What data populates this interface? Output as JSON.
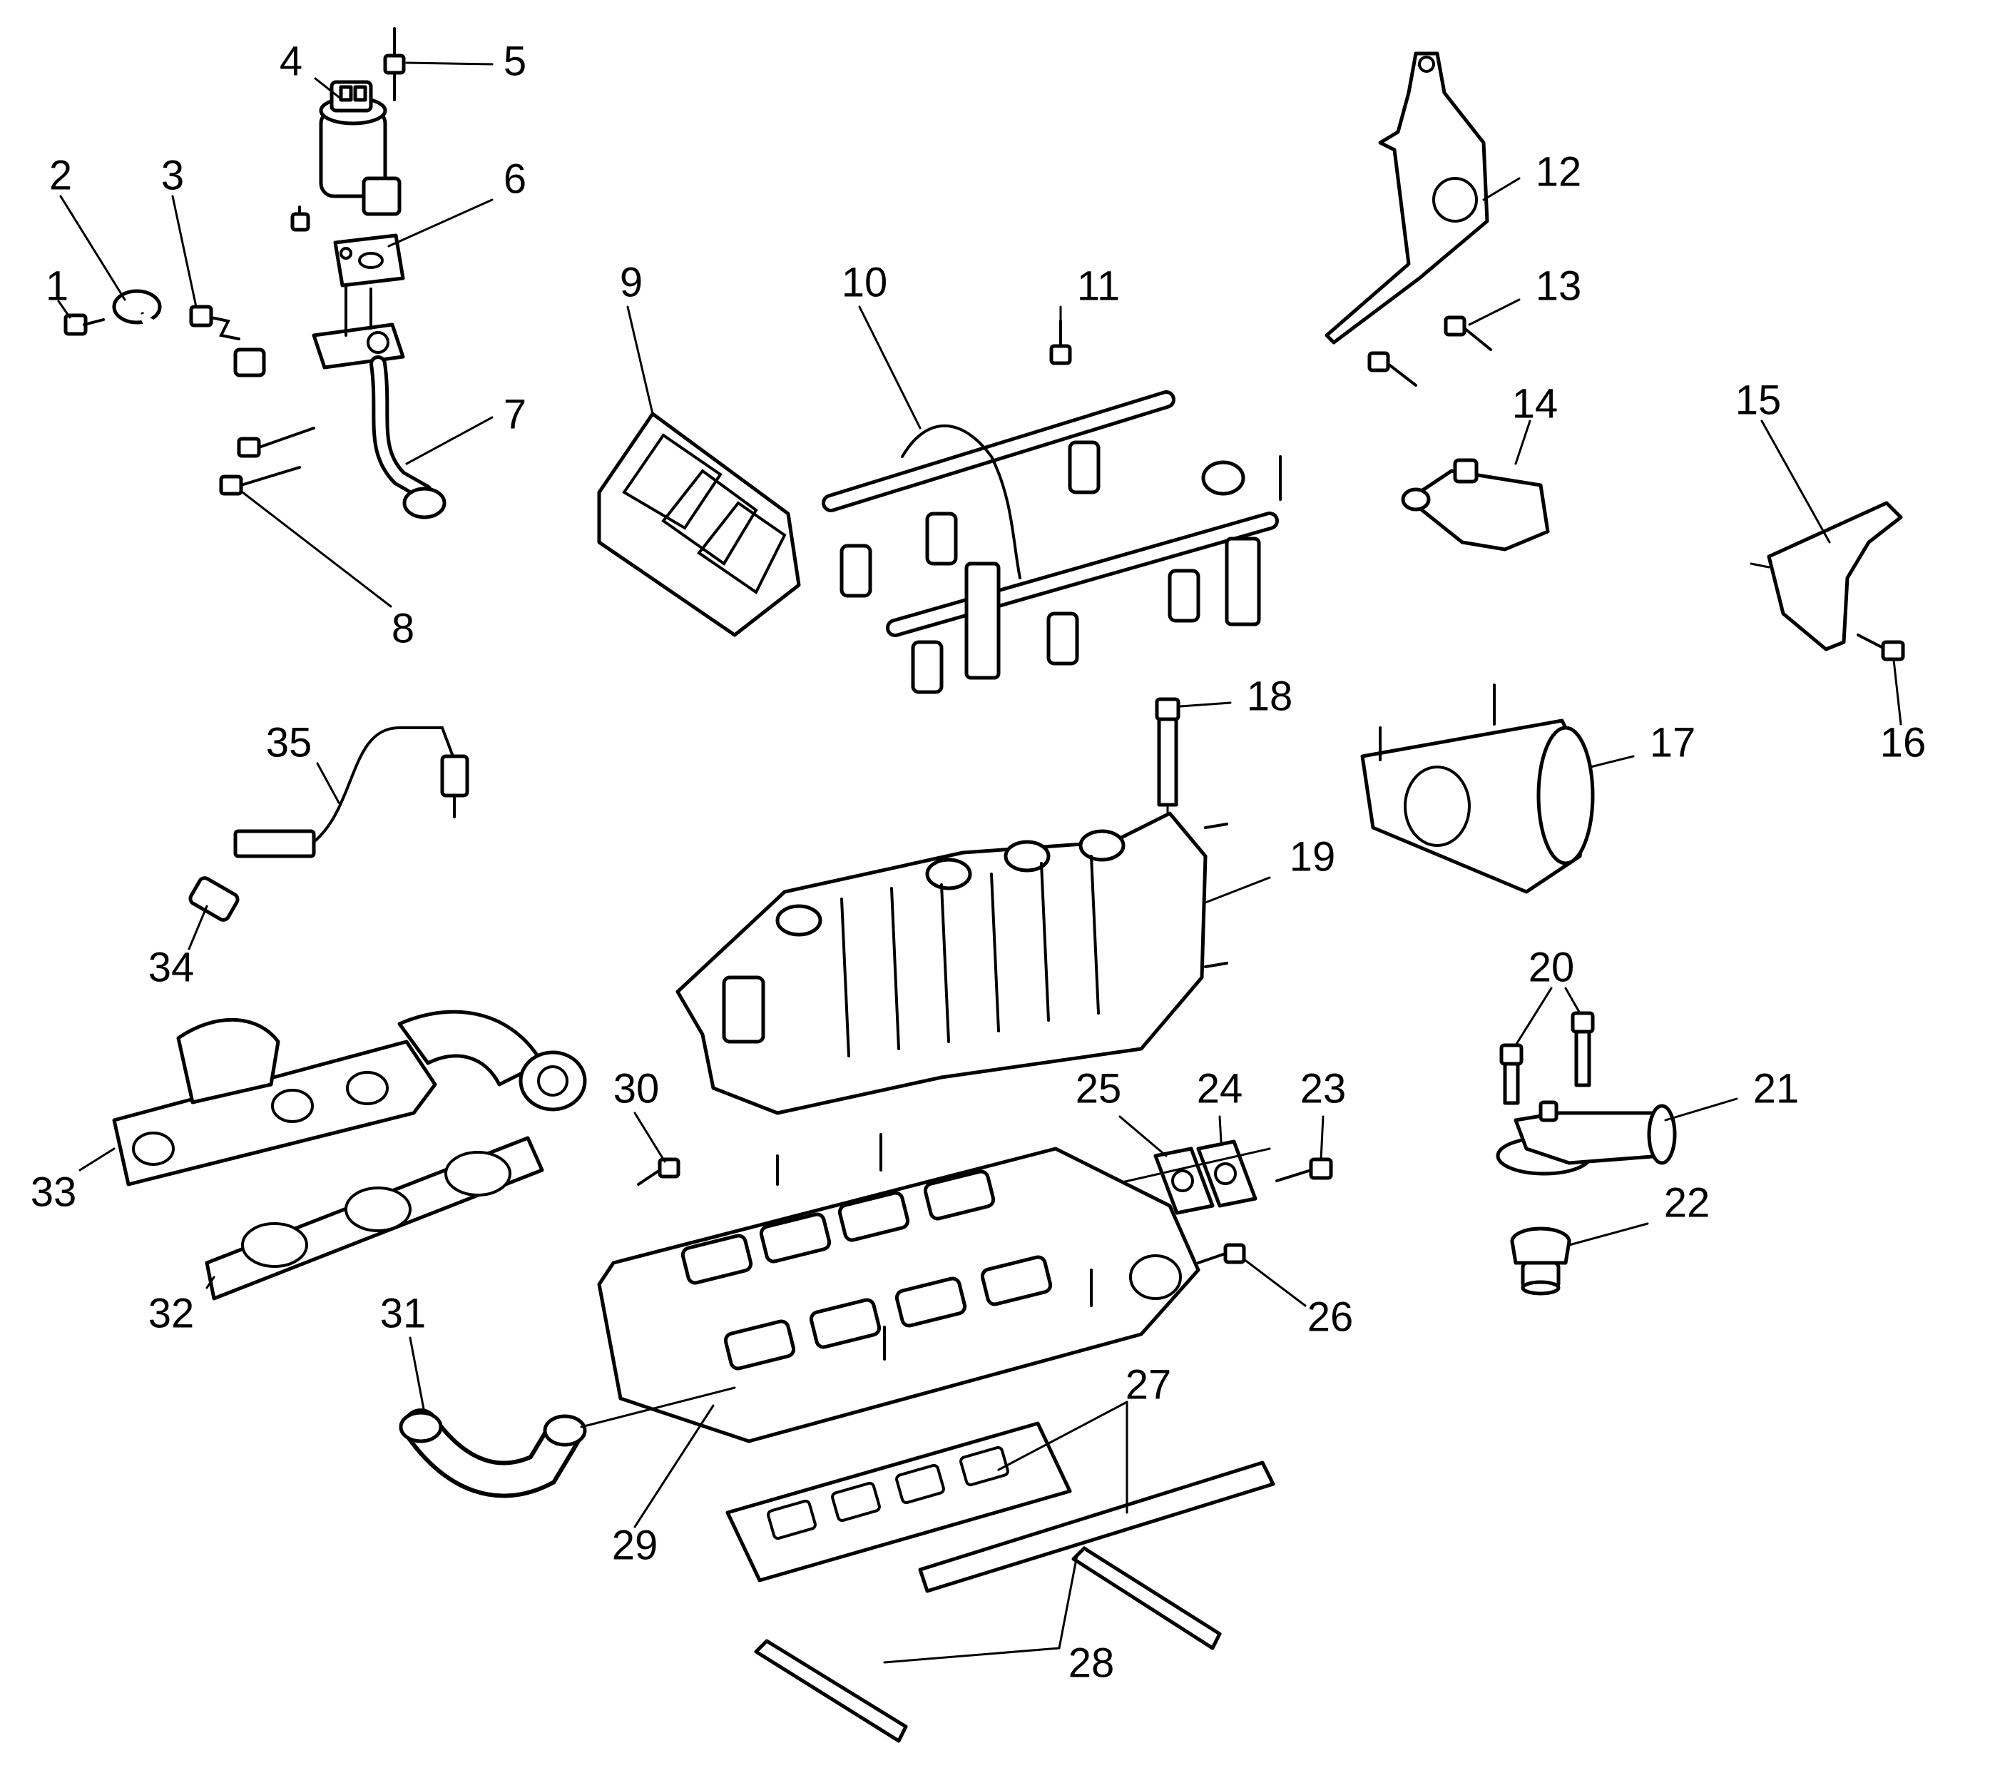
{
  "diagram": {
    "callouts": [
      "1",
      "2",
      "3",
      "4",
      "5",
      "6",
      "7",
      "8",
      "9",
      "10",
      "11",
      "12",
      "13",
      "14",
      "15",
      "16",
      "17",
      "18",
      "19",
      "20",
      "21",
      "22",
      "23",
      "24",
      "25",
      "26",
      "27",
      "28",
      "29",
      "30",
      "31",
      "32",
      "33",
      "34",
      "35"
    ]
  }
}
